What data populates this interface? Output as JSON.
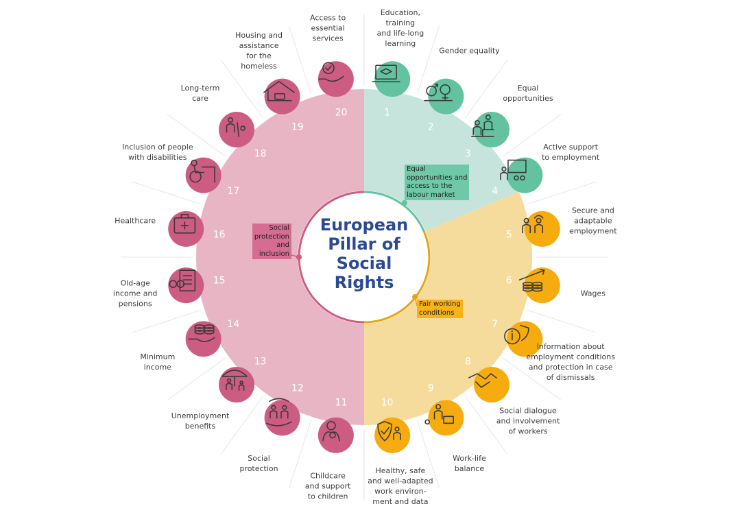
{
  "title": "European\nPillar of\nSocial\nRights",
  "colors": {
    "social": "#cd5c82",
    "social_light": "#e8b5c5",
    "equal": "#63c3a0",
    "equal_light": "#c6e4dc",
    "fair": "#f6ab0e",
    "fair_light": "#f6dc9c",
    "title": "#2b4a96",
    "icon": "#3a3a3a"
  },
  "categories": {
    "social": "Social\nprotection\nand\ninclusion",
    "equal": "Equal\nopportunities and\naccess to the\nlabour market",
    "fair": "Fair working\nconditions"
  },
  "principles": [
    {
      "number": "1",
      "label": "Education,\ntraining\nand life-long\nlearning",
      "group": "equal",
      "icon": "laptop-graduation-icon"
    },
    {
      "number": "2",
      "label": "Gender equality",
      "group": "equal",
      "icon": "gender-equality-icon"
    },
    {
      "number": "3",
      "label": "Equal\nopportunities",
      "group": "equal",
      "icon": "helping-climb-icon"
    },
    {
      "number": "4",
      "label": "Active support\nto employment",
      "group": "equal",
      "icon": "presentation-icon"
    },
    {
      "number": "5",
      "label": "Secure and\nadaptable\nemployment",
      "group": "fair",
      "icon": "workers-icon"
    },
    {
      "number": "6",
      "label": "Wages",
      "group": "fair",
      "icon": "coins-growth-icon"
    },
    {
      "number": "7",
      "label": "Information about\nemployment conditions\nand protection in case\nof dismissals",
      "group": "fair",
      "icon": "info-shield-icon"
    },
    {
      "number": "8",
      "label": "Social dialogue\nand involvement\nof workers",
      "group": "fair",
      "icon": "handshake-icon"
    },
    {
      "number": "9",
      "label": "Work-life\nbalance",
      "group": "fair",
      "icon": "work-life-icon"
    },
    {
      "number": "10",
      "label": "Healthy, safe\nand well-adapted\nwork environ-\nment and data",
      "group": "fair",
      "icon": "safety-worker-icon"
    },
    {
      "number": "11",
      "label": "Childcare\nand support\nto children",
      "group": "social",
      "icon": "child-care-icon"
    },
    {
      "number": "12",
      "label": "Social\nprotection",
      "group": "social",
      "icon": "protected-workers-icon"
    },
    {
      "number": "13",
      "label": "Unemployment\nbenefits",
      "group": "social",
      "icon": "umbrella-family-icon"
    },
    {
      "number": "14",
      "label": "Minimum\nincome",
      "group": "social",
      "icon": "coins-hand-icon"
    },
    {
      "number": "15",
      "label": "Old-age\nincome and\npensions",
      "group": "social",
      "icon": "pension-document-icon"
    },
    {
      "number": "16",
      "label": "Healthcare",
      "group": "social",
      "icon": "first-aid-kit-icon"
    },
    {
      "number": "17",
      "label": "Inclusion of people\nwith disabilities",
      "group": "social",
      "icon": "wheelchair-desk-icon"
    },
    {
      "number": "18",
      "label": "Long-term\ncare",
      "group": "social",
      "icon": "elderly-care-icon"
    },
    {
      "number": "19",
      "label": "Housing and\nassistance\nfor the\nhomeless",
      "group": "social",
      "icon": "shelter-icon"
    },
    {
      "number": "20",
      "label": "Access to\nessential\nservices",
      "group": "social",
      "icon": "hand-service-icon"
    }
  ]
}
